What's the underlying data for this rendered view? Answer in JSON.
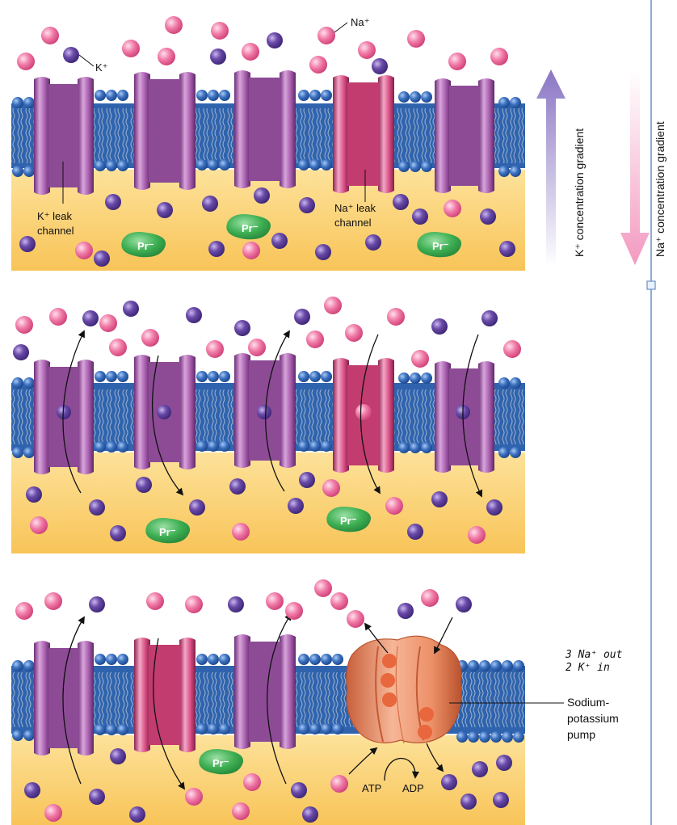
{
  "labels": {
    "k_ion": "K⁺",
    "na_ion": "Na⁺",
    "k_leak_line1": "K⁺ leak",
    "k_leak_line2": "channel",
    "na_leak_line1": "Na⁺ leak",
    "na_leak_line2": "channel",
    "protein": "Pr⁻",
    "k_gradient": "K⁺ concentration gradient",
    "na_gradient": "Na⁺ concentration gradient",
    "pump_line1": "Sodium-",
    "pump_line2": "potassium",
    "pump_line3": "pump",
    "atp": "ATP",
    "adp": "ADP",
    "note_line1": "3 Na⁺ out",
    "note_line2": "2 K⁺ in"
  },
  "colors": {
    "potassium": "#6a4aa8",
    "sodium": "#ef6b9b",
    "k_channel": "#a25ba8",
    "na_channel": "#d2497a",
    "pump": "#ec8f66",
    "protein": "#3eaf53",
    "membrane_head": "#3a70c0",
    "cytoplasm": "#fbd070",
    "k_arrow": "#8a76c4",
    "na_arrow": "#f39ac0"
  }
}
